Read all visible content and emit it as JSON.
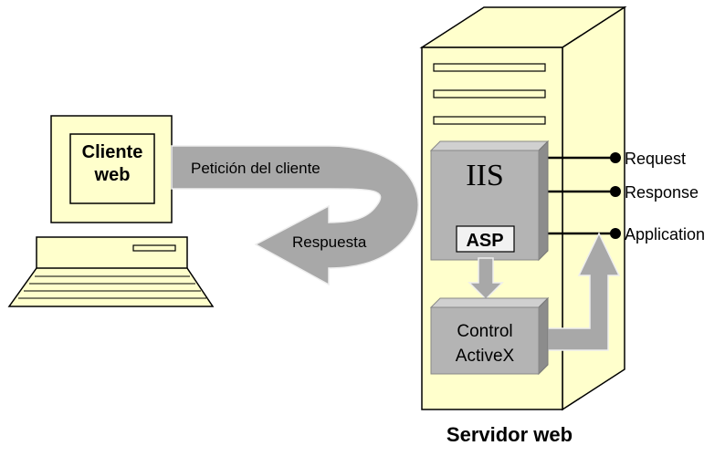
{
  "client": {
    "label_line1": "Cliente",
    "label_line2": "web"
  },
  "arrows": {
    "request_label": "Petición del cliente",
    "response_label": "Respuesta"
  },
  "server": {
    "iis_label": "IIS",
    "asp_label": "ASP",
    "control_line1": "Control",
    "control_line2": "ActiveX",
    "caption": "Servidor web"
  },
  "objects": [
    "Request",
    "Response",
    "Application"
  ],
  "colors": {
    "cream": "#ffffcc",
    "gray_box": "#b4b4b4",
    "arrow_gray": "#a8a8a8",
    "outline": "#000000"
  }
}
